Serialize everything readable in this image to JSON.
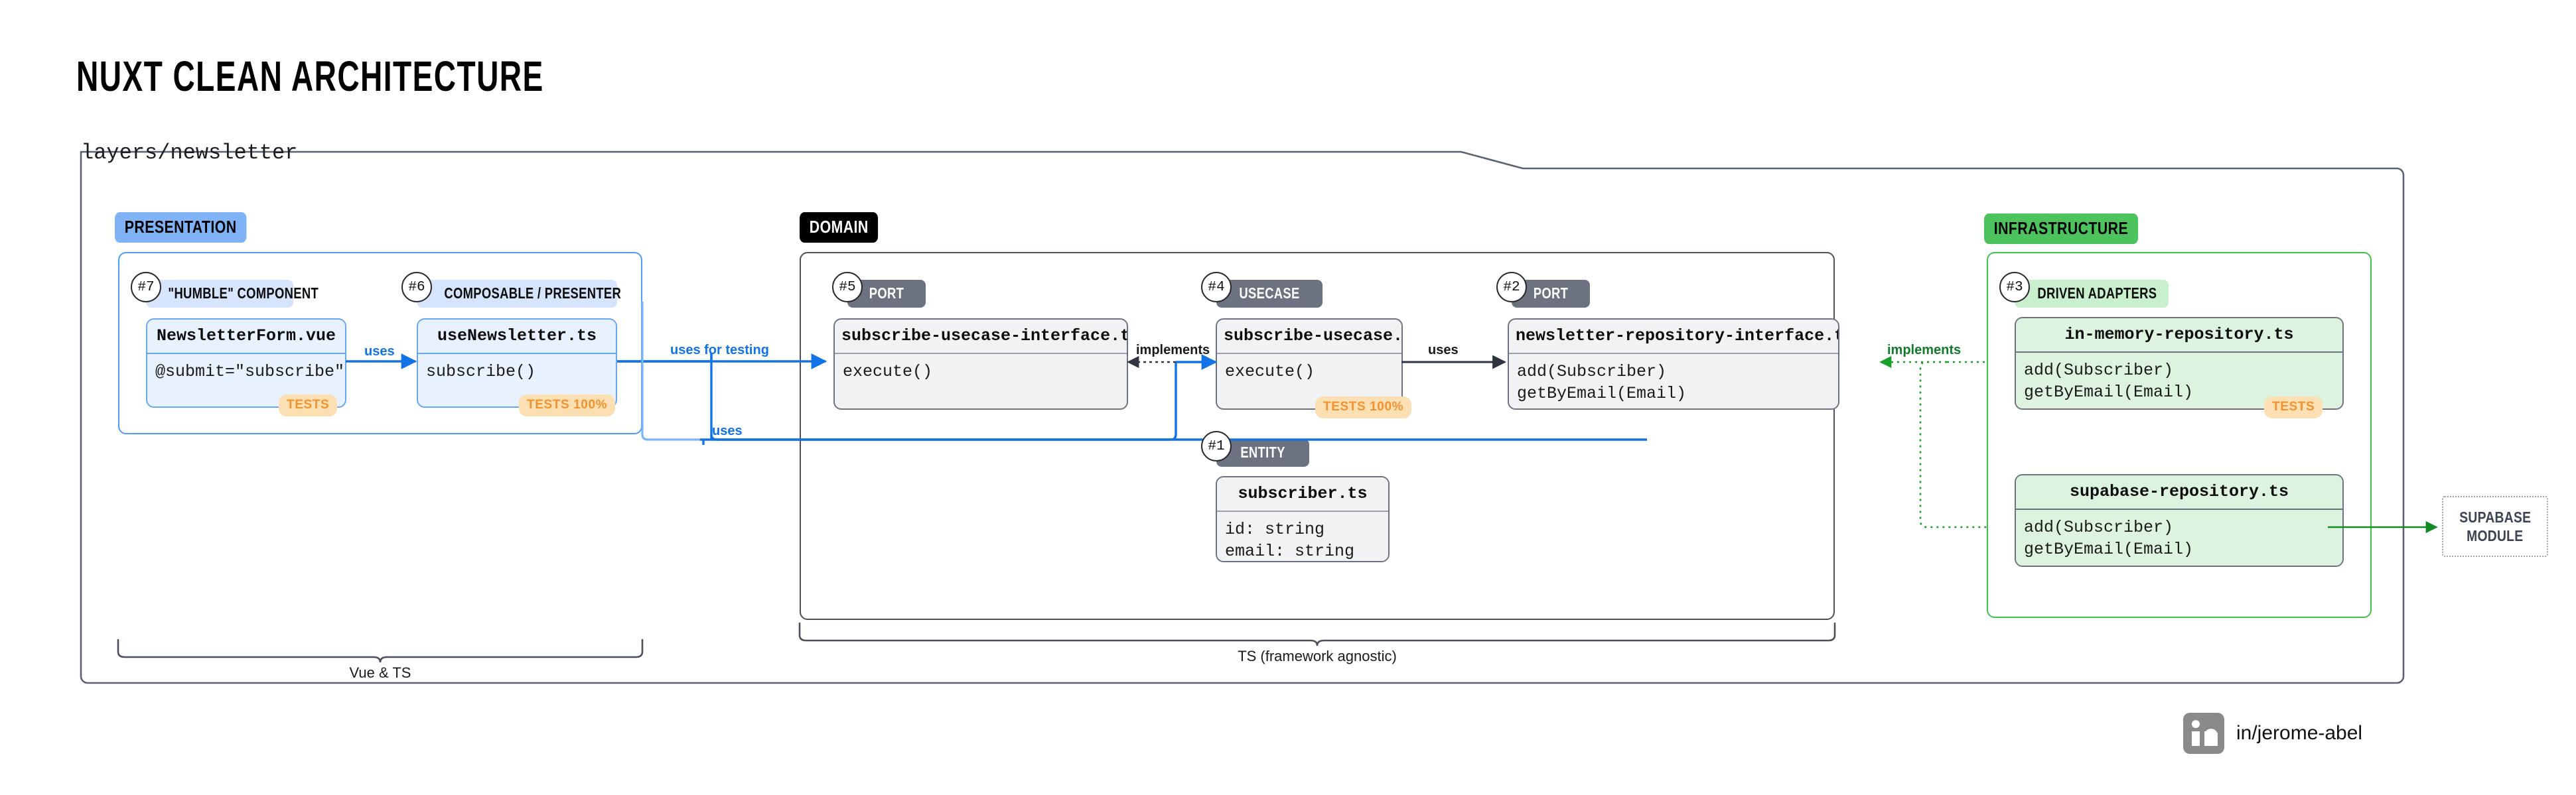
{
  "title": "NUXT CLEAN ARCHITECTURE",
  "container": {
    "label": "layers/newsletter"
  },
  "layers": {
    "presentation": {
      "badge": "PRESENTATION",
      "bracket_caption": "Vue & TS",
      "groups": [
        {
          "number": "#7",
          "tag": "\"HUMBLE\" COMPONENT",
          "card": {
            "header": "NewsletterForm.vue",
            "body": "@submit=\"subscribe\"",
            "tests": "TESTS"
          }
        },
        {
          "number": "#6",
          "tag": "COMPOSABLE / PRESENTER",
          "card": {
            "header": "useNewsletter.ts",
            "body": "subscribe()",
            "tests": "TESTS 100%"
          }
        }
      ]
    },
    "domain": {
      "badge": "DOMAIN",
      "bracket_caption": "TS (framework agnostic)",
      "groups": [
        {
          "number": "#5",
          "tag": "PORT",
          "card": {
            "header": "subscribe-usecase-interface.ts",
            "body": "execute()",
            "tests": ""
          }
        },
        {
          "number": "#4",
          "tag": "USECASE",
          "card": {
            "header": "subscribe-usecase.ts",
            "body": "execute()",
            "tests": "TESTS 100%"
          }
        },
        {
          "number": "#2",
          "tag": "PORT",
          "card": {
            "header": "newsletter-repository-interface.ts",
            "body": "add(Subscriber)\ngetByEmail(Email)",
            "tests": ""
          }
        },
        {
          "number": "#1",
          "tag": "ENTITY",
          "card": {
            "header": "subscriber.ts",
            "body": "id: string\nemail: string",
            "tests": ""
          }
        }
      ]
    },
    "infrastructure": {
      "badge": "INFRASTRUCTURE",
      "groups": [
        {
          "number": "#3",
          "tag": "DRIVEN ADAPTERS",
          "cards": [
            {
              "header": "in-memory-repository.ts",
              "body": "add(Subscriber)\ngetByEmail(Email)",
              "tests": "TESTS"
            },
            {
              "header": "supabase-repository.ts",
              "body": "add(Subscriber)\ngetByEmail(Email)",
              "tests": ""
            }
          ]
        }
      ]
    }
  },
  "external": {
    "supabase_module_line1": "SUPABASE",
    "supabase_module_line2": "MODULE"
  },
  "connectors": [
    {
      "label": "uses",
      "style": "blue"
    },
    {
      "label": "uses for testing",
      "style": "blue"
    },
    {
      "label": "uses",
      "style": "blue"
    },
    {
      "label": "implements",
      "style": "dark"
    },
    {
      "label": "uses",
      "style": "dark"
    },
    {
      "label": "implements",
      "style": "green"
    }
  ],
  "footer": {
    "handle": "in/jerome-abel",
    "icon": "linkedin-icon"
  },
  "colors": {
    "presentation": "#7FB3F5",
    "domain": "#000000",
    "infrastructure": "#4CC35C",
    "tests_badge_bg": "#FCDFB2",
    "tests_badge_text": "#F2922F",
    "blue_arrow": "#1273E6",
    "green_arrow": "#17A02C",
    "dark_arrow": "#2F3542"
  }
}
